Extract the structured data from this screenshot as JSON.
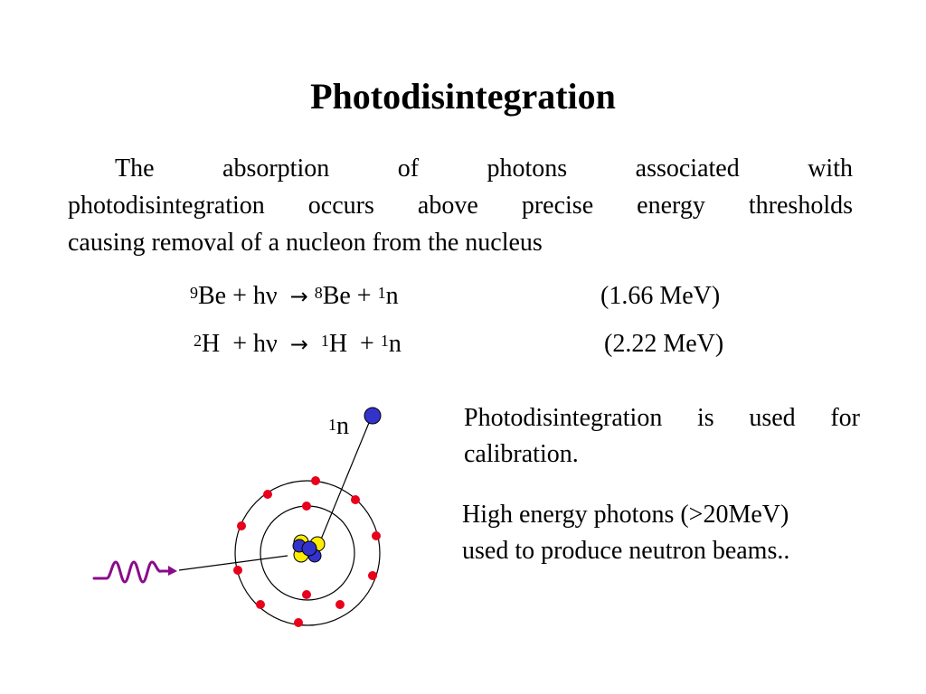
{
  "title": "Photodisintegration",
  "paragraph": {
    "line1": "The absorption of photons associated with",
    "line2": "photodisintegration occurs above precise energy thresholds",
    "line3": "causing removal of a nucleon from the nucleus"
  },
  "equations": [
    {
      "r1_mass": "9",
      "r1_sym": "Be",
      "plus1": "+",
      "photon": "hν",
      "arrow": "→",
      "p1_mass": "8",
      "p1_sym": "Be",
      "plus2": "+",
      "p2_mass": "1",
      "p2_sym": "n",
      "energy": "(1.66 MeV)"
    },
    {
      "r1_mass": "2",
      "r1_sym": "H",
      "plus1": "+",
      "photon": "hν",
      "arrow": "→",
      "p1_mass": "1",
      "p1_sym": "H",
      "plus2": "+",
      "p2_mass": "1",
      "p2_sym": "n",
      "energy": "(2.22 MeV)"
    }
  ],
  "side_text": {
    "calibration_line1": "Photodisintegration is used for",
    "calibration_line2": "calibration.",
    "beams_line1": "High energy photons (>20MeV)",
    "beams_line2": "used to produce neutron beams.."
  },
  "diagram": {
    "neutron_label_mass": "1",
    "neutron_label_sym": "n",
    "colors": {
      "electron": "#e8001c",
      "neutron": "#3333cc",
      "proton": "#ffee00",
      "photon_wave": "#8a0a8a",
      "orbit": "#000000"
    }
  }
}
